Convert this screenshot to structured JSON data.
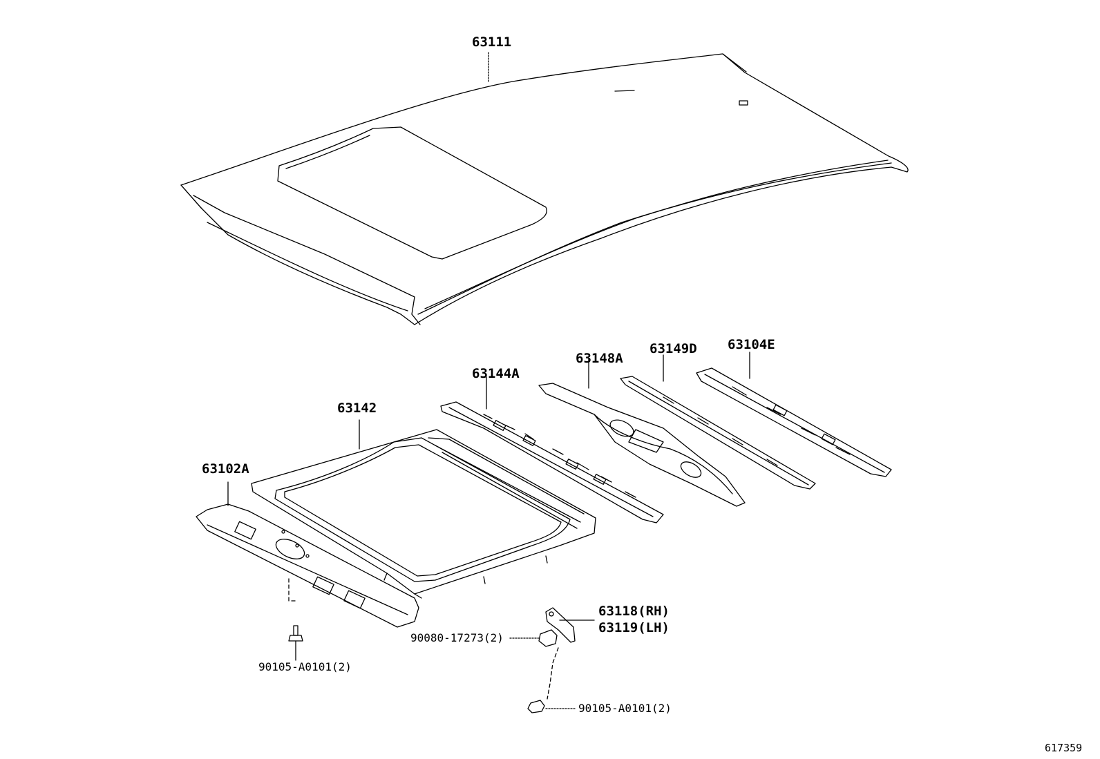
{
  "parts": {
    "roof_panel": "63111",
    "roof_bow_1": "63144A",
    "roof_bow_2": "63148A",
    "roof_bow_3": "63149D",
    "roof_bow_4": "63104E",
    "sunroof_reinforcement": "63142",
    "front_header": "63102A",
    "bracket_rh": "63118(RH)",
    "bracket_lh": "63119(LH)",
    "nut": "90080-17273(2)",
    "bolt_left": "90105-A0101(2)",
    "bolt_right": "90105-A0101(2)"
  },
  "diagram_ref": "617359",
  "colors": {
    "line": "#000000",
    "background": "#ffffff"
  }
}
